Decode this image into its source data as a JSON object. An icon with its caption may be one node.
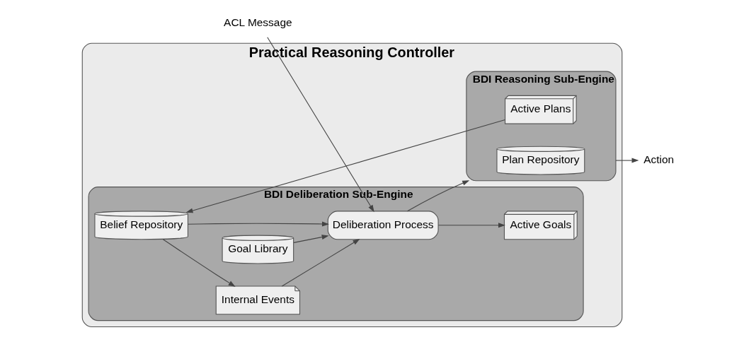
{
  "diagram": {
    "nodes": [
      {
        "text": [
          "Practical Reasoning Controller"
        ]
      },
      {
        "text": [
          "BDI Deliberation Sub-Engine"
        ],
        "in": 0
      },
      {
        "text": [
          "Goal Library"
        ],
        "in": 1
      },
      {
        "text": [
          "Active Goals"
        ],
        "in": 1
      },
      {
        "text": [
          "Deliberation Process"
        ],
        "in": 1
      },
      {
        "text": [
          "Belief Repository"
        ],
        "in": 1
      },
      {
        "text": [
          "Internal Events"
        ],
        "in": 1
      },
      {
        "text": [
          "BDI Reasoning Sub-Engine"
        ],
        "in": 0
      },
      {
        "text": [
          "Plan Repository"
        ],
        "in": 7
      },
      {
        "text": [
          "Active Plans"
        ],
        "in": 7
      },
      {
        "text": [
          "ACL Message"
        ]
      },
      {
        "text": [
          "Action"
        ]
      }
    ],
    "edges": [
      {
        "from": 10,
        "to": 4,
        "arrow": "to"
      },
      {
        "from": 2,
        "to": 4,
        "arrow": "to"
      },
      {
        "from": 5,
        "to": 4,
        "arrow": "to"
      },
      {
        "from": 6,
        "to": 4,
        "arrow": "to"
      },
      {
        "from": 4,
        "to": 3,
        "arrow": "to"
      },
      {
        "from": 5,
        "to": 6,
        "arrow": "to"
      },
      {
        "from": 4,
        "to": 7,
        "arrow": "to"
      },
      {
        "from": 9,
        "to": 5,
        "arrow": "to"
      },
      {
        "from": 7,
        "to": 11,
        "arrow": "to"
      }
    ]
  }
}
